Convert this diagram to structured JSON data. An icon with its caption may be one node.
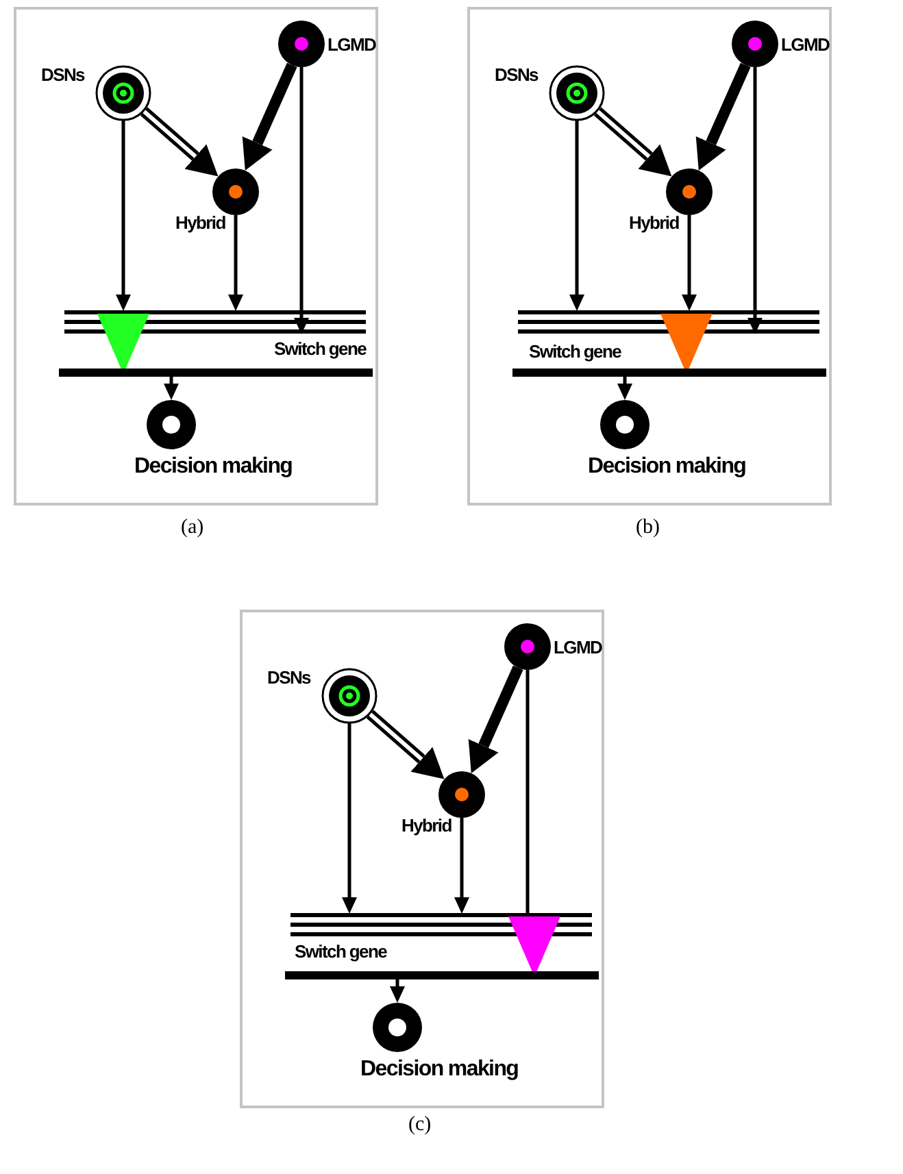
{
  "diagram": {
    "nodes": [
      {
        "text": [],
        "shape": "box"
      },
      {
        "text": [
          "DSNs"
        ],
        "in": 0
      },
      {
        "text": [
          "LGMD"
        ],
        "in": 0
      },
      {
        "text": [
          "Hybrid"
        ],
        "in": 0
      },
      {
        "text": [
          "Switch gene"
        ],
        "in": 0
      },
      {
        "text": [],
        "shape": "triangle",
        "in": 0
      },
      {
        "text": [],
        "shape": "bar",
        "in": 0
      },
      {
        "text": [
          "Decision making"
        ],
        "in": 0
      },
      {
        "text": [],
        "shape": "box"
      },
      {
        "text": [
          "DSNs"
        ],
        "in": 8
      },
      {
        "text": [
          "LGMD"
        ],
        "in": 8
      },
      {
        "text": [
          "Hybrid"
        ],
        "in": 8
      },
      {
        "text": [
          "Switch gene"
        ],
        "in": 8
      },
      {
        "text": [],
        "shape": "triangle",
        "in": 8
      },
      {
        "text": [],
        "shape": "bar",
        "in": 8
      },
      {
        "text": [
          "Decision making"
        ],
        "in": 8
      },
      {
        "text": [],
        "shape": "box"
      },
      {
        "text": [
          "DSNs"
        ],
        "in": 16
      },
      {
        "text": [
          "LGMD"
        ],
        "in": 16
      },
      {
        "text": [
          "Hybrid"
        ],
        "in": 16
      },
      {
        "text": [
          "Switch gene"
        ],
        "in": 16
      },
      {
        "text": [],
        "shape": "triangle",
        "in": 16
      },
      {
        "text": [],
        "shape": "bar",
        "in": 16
      },
      {
        "text": [
          "Decision making"
        ],
        "in": 16
      }
    ],
    "edges": [
      {
        "from": 1,
        "to": 3,
        "arrow": "to",
        "style": "thick"
      },
      {
        "from": 2,
        "to": 3,
        "arrow": "to",
        "style": "thick"
      },
      {
        "from": 1,
        "to": 4,
        "arrow": "to"
      },
      {
        "from": 3,
        "to": 4,
        "arrow": "to"
      },
      {
        "from": 2,
        "to": 4,
        "arrow": "to"
      },
      {
        "from": 6,
        "to": 7,
        "arrow": "to"
      },
      {
        "from": 9,
        "to": 11,
        "arrow": "to",
        "style": "thick"
      },
      {
        "from": 10,
        "to": 11,
        "arrow": "to",
        "style": "thick"
      },
      {
        "from": 9,
        "to": 12,
        "arrow": "to"
      },
      {
        "from": 11,
        "to": 12,
        "arrow": "to"
      },
      {
        "from": 10,
        "to": 12,
        "arrow": "to"
      },
      {
        "from": 14,
        "to": 15,
        "arrow": "to"
      },
      {
        "from": 17,
        "to": 19,
        "arrow": "to",
        "style": "thick"
      },
      {
        "from": 18,
        "to": 19,
        "arrow": "to",
        "style": "thick"
      },
      {
        "from": 17,
        "to": 20,
        "arrow": "to"
      },
      {
        "from": 19,
        "to": 20,
        "arrow": "to"
      },
      {
        "from": 18,
        "to": 20,
        "arrow": "to"
      },
      {
        "from": 22,
        "to": 23,
        "arrow": "to"
      }
    ],
    "labels": [
      "(a)",
      "(b)",
      "(c)"
    ]
  }
}
